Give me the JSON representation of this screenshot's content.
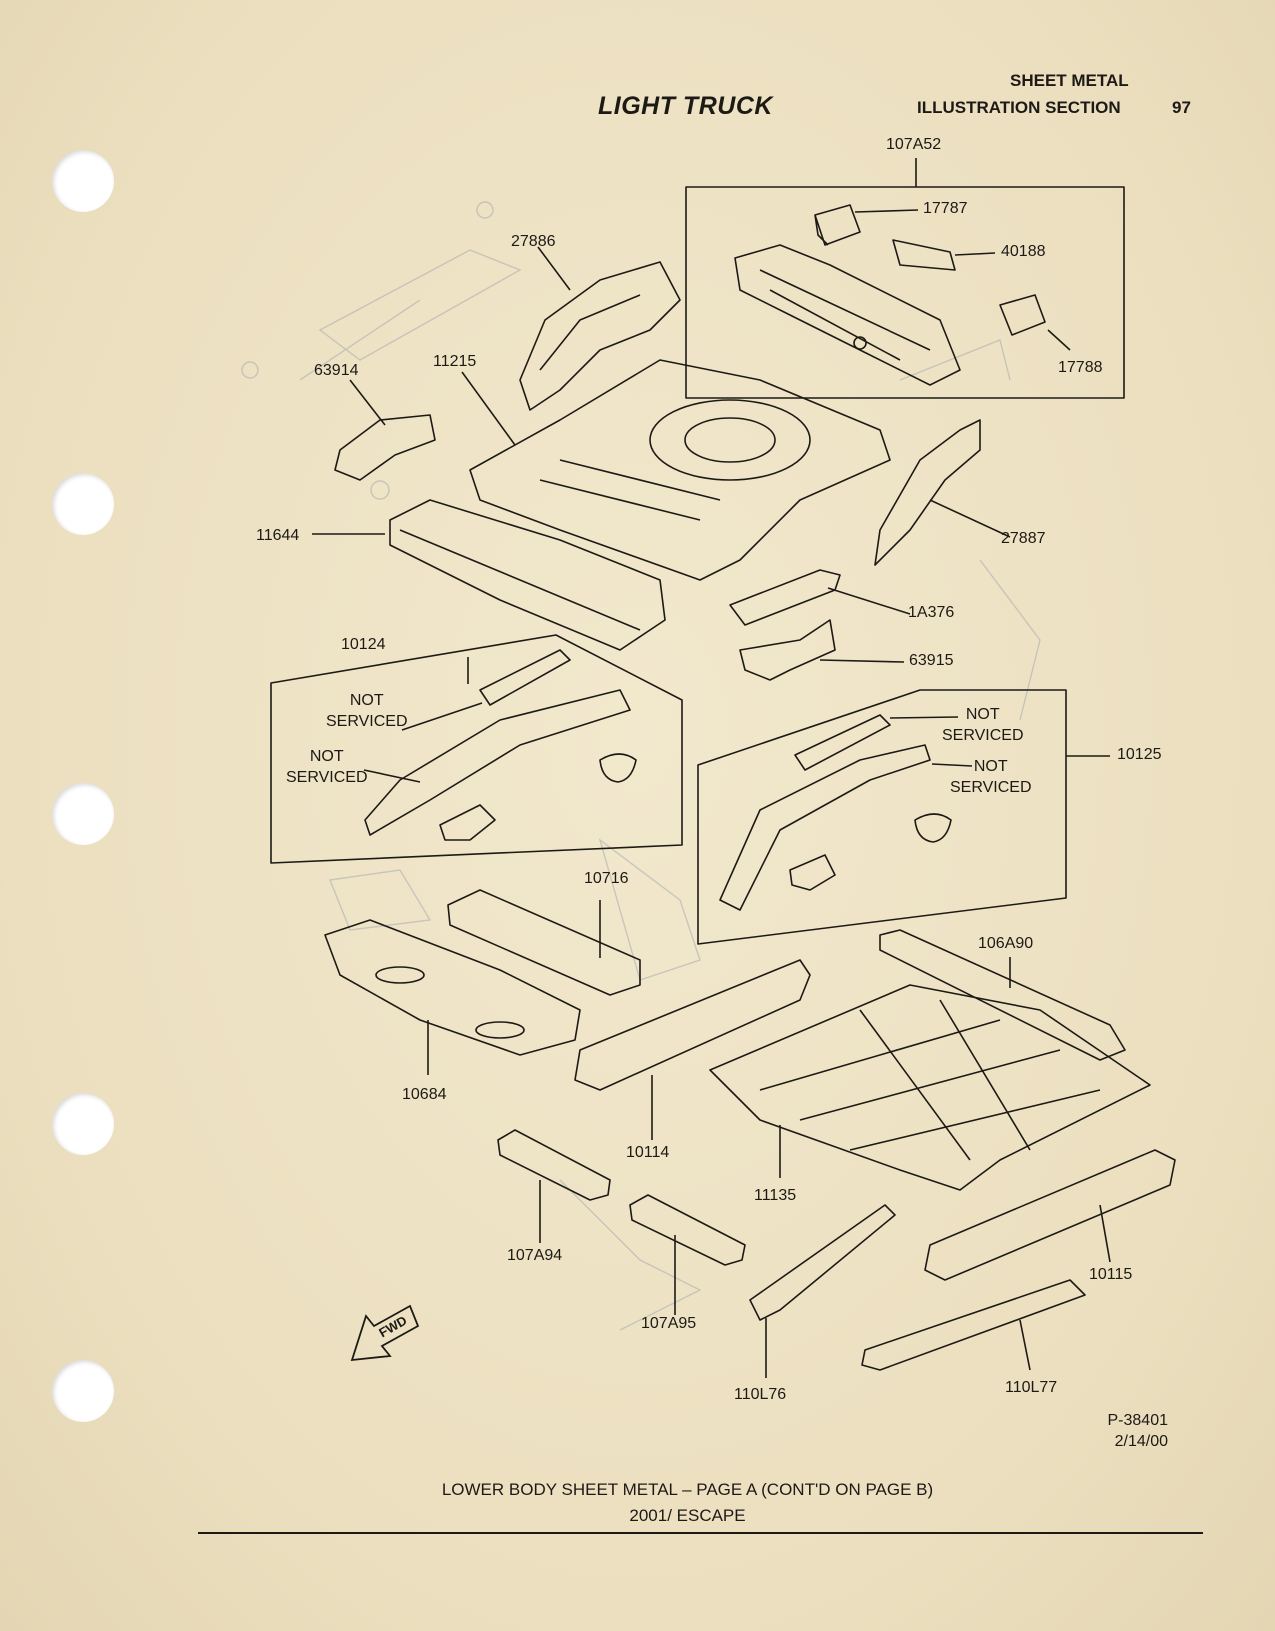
{
  "header": {
    "title": "LIGHT TRUCK",
    "section_line1": "SHEET METAL",
    "section_line2": "ILLUSTRATION SECTION",
    "page_number": "97"
  },
  "callouts": {
    "p107A52": "107A52",
    "p17787": "17787",
    "p40188": "40188",
    "p17788": "17788",
    "p27886": "27886",
    "p63914": "63914",
    "p11215": "11215",
    "p11644": "11644",
    "p27887": "27887",
    "p1A376": "1A376",
    "p63915": "63915",
    "p10124": "10124",
    "p10125": "10125",
    "p10716": "10716",
    "p106A90": "106A90",
    "p10684": "10684",
    "p10114": "10114",
    "p11135": "11135",
    "p107A94": "107A94",
    "p107A95": "107A95",
    "p10115": "10115",
    "p110L76": "110L76",
    "p110L77": "110L77"
  },
  "notes": {
    "not_serviced": "NOT\nSERVICED"
  },
  "arrow_label": "FWD",
  "reference": {
    "id": "P-38401",
    "date": "2/14/00"
  },
  "footer": {
    "line1": "LOWER BODY SHEET METAL – PAGE A (CONT'D ON PAGE B)",
    "line2": "2001/ ESCAPE"
  },
  "colors": {
    "paper": "#efe4c6",
    "ink": "#1d1a16",
    "bleed": "#9aa0a8"
  }
}
